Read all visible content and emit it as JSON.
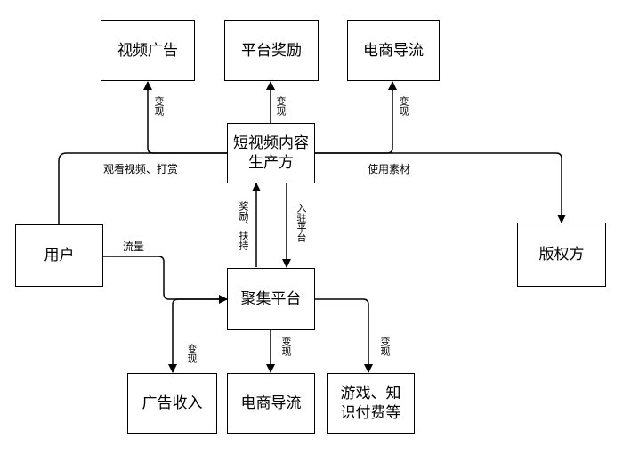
{
  "nodes": {
    "video_ads": "视频广告",
    "platform_reward": "平台奖励",
    "ecommerce_top": "电商导流",
    "creator_line1": "短视频内容",
    "creator_line2": "生产方",
    "user": "用户",
    "copyright": "版权方",
    "platform": "聚集平台",
    "ad_income": "广告收入",
    "ecommerce_bottom": "电商导流",
    "games_line1": "游戏、知",
    "games_line2": "识付费等"
  },
  "edges": {
    "monetize_1": "变现",
    "monetize_2": "变现",
    "monetize_3": "变现",
    "watch_tip": "观看视频、打赏",
    "use_material": "使用素材",
    "reward_support": "奖励、扶持",
    "join_platform": "入驻平台",
    "traffic": "流量",
    "monetize_4": "变现",
    "monetize_5": "变现",
    "monetize_6": "变现"
  }
}
